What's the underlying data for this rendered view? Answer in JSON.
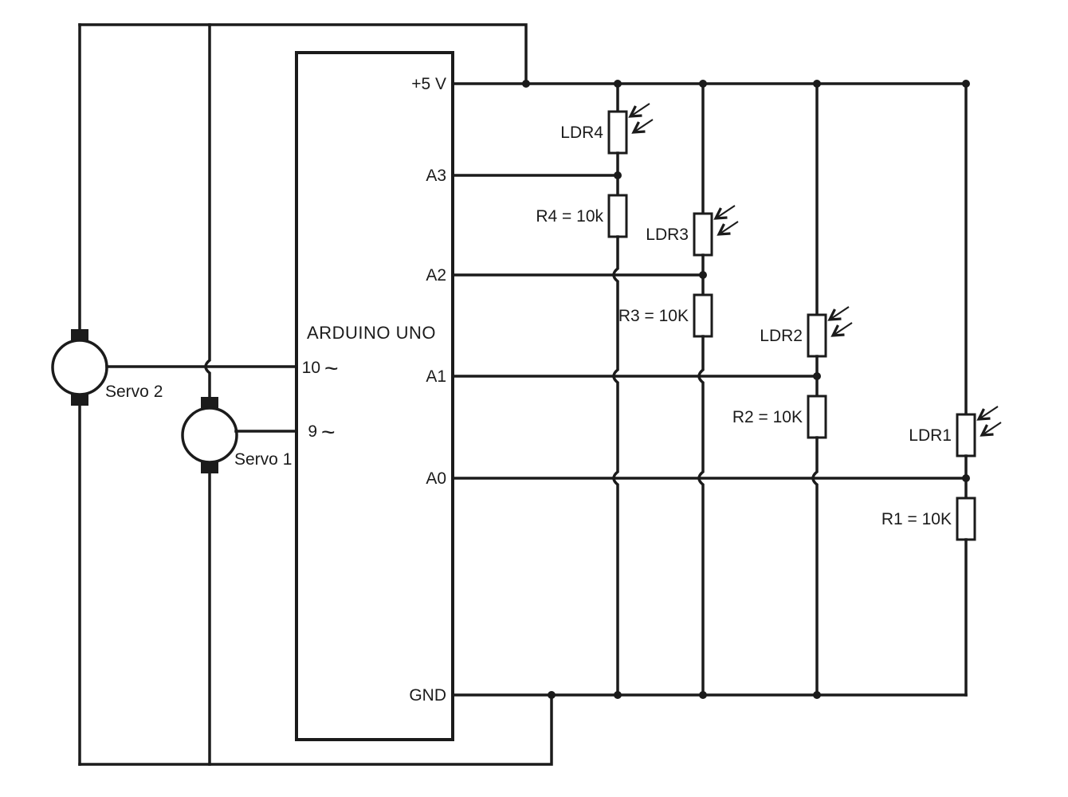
{
  "board": {
    "label": "ARDUINO UNO",
    "right_pins": [
      {
        "id": "5v",
        "label": "+5 V"
      },
      {
        "id": "a3",
        "label": "A3"
      },
      {
        "id": "a2",
        "label": "A2"
      },
      {
        "id": "a1",
        "label": "A1"
      },
      {
        "id": "a0",
        "label": "A0"
      },
      {
        "id": "gnd",
        "label": "GND"
      }
    ],
    "left_pins": [
      {
        "id": "d10",
        "label": "10",
        "pwm": "~"
      },
      {
        "id": "d9",
        "label": "9",
        "pwm": "~"
      }
    ]
  },
  "dividers": [
    {
      "ldr": "LDR4",
      "resistor": "R4 = 10k",
      "connects_to": "A3"
    },
    {
      "ldr": "LDR3",
      "resistor": "R3 = 10K",
      "connects_to": "A2"
    },
    {
      "ldr": "LDR2",
      "resistor": "R2 = 10K",
      "connects_to": "A1"
    },
    {
      "ldr": "LDR1",
      "resistor": "R1 = 10K",
      "connects_to": "A0"
    }
  ],
  "servos": [
    {
      "label": "Servo 2",
      "signal_pin": "10"
    },
    {
      "label": "Servo 1",
      "signal_pin": "9"
    }
  ],
  "colors": {
    "wire": "#1b1b1b",
    "background": "#ffffff",
    "component_fill": "#ffffff"
  }
}
